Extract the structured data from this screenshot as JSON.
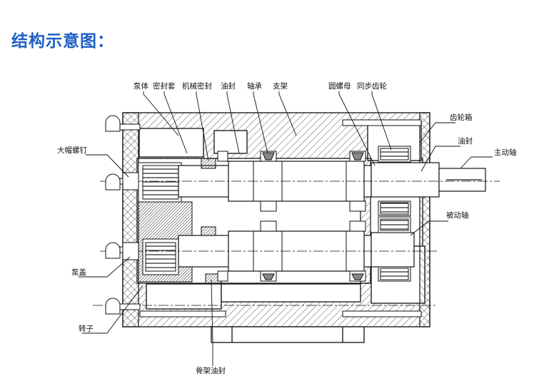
{
  "title": "结构示意图：",
  "labels": {
    "pump_body": "泵体",
    "seal_sleeve": "密封套",
    "mechanical_seal": "机械密封",
    "oil_seal_top": "油封",
    "bearing": "轴承",
    "bracket": "支架",
    "round_nut": "圆螺母",
    "sync_gear": "同步齿轮",
    "gearbox": "齿轮箱",
    "oil_seal_right": "油封",
    "drive_shaft": "主动轴",
    "driven_shaft": "被动轴",
    "big_cap_screw": "大帽螺钉",
    "pump_cover": "泵盖",
    "rotor": "转子",
    "skeleton_oil_seal": "骨架油封"
  },
  "colors": {
    "title": "#1d5fc4",
    "line": "#111111",
    "hatch": "#333333"
  }
}
